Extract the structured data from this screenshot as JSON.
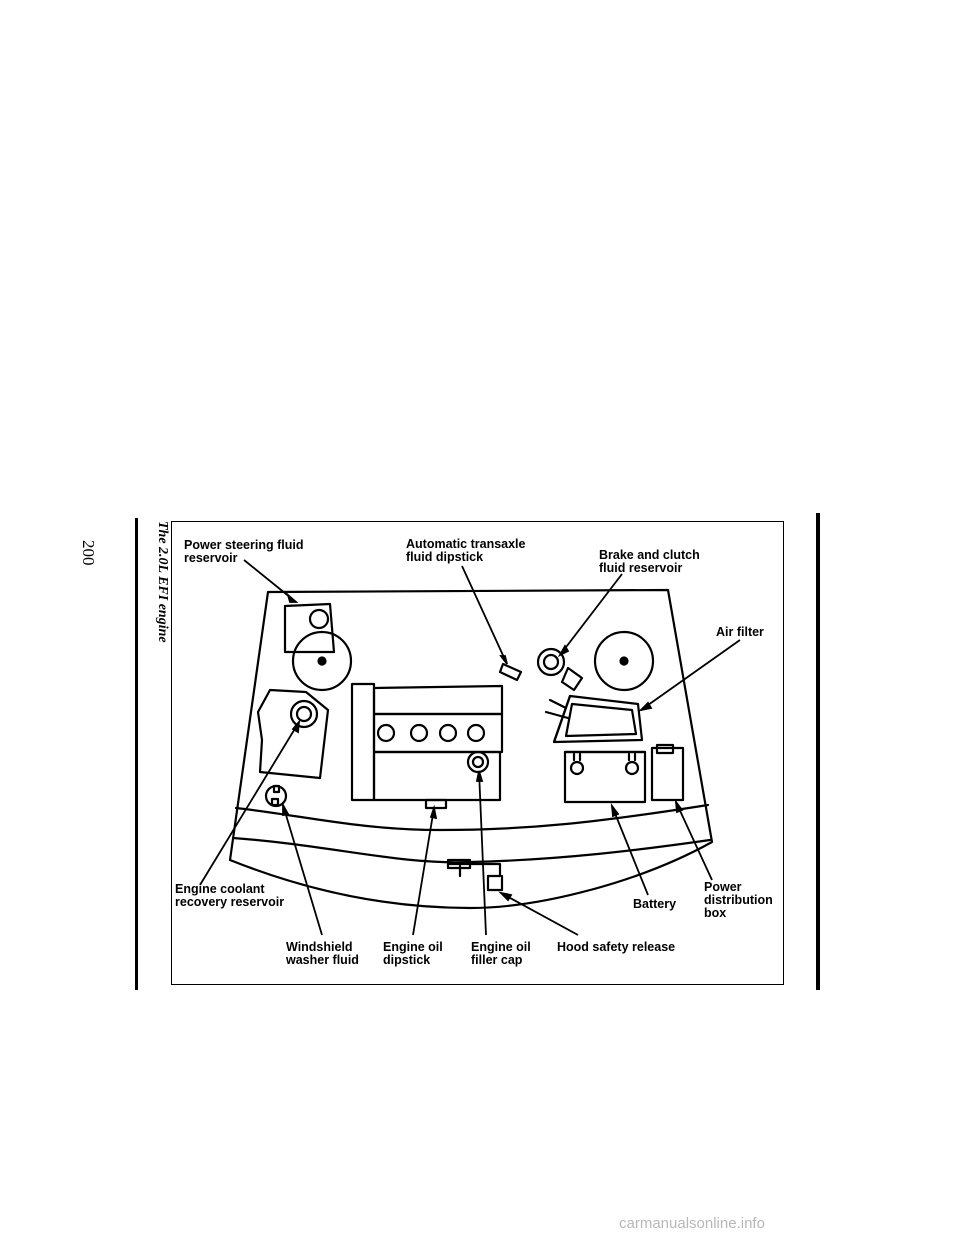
{
  "page": {
    "number": "200",
    "caption": "The 2.0L EFI engine"
  },
  "labels": {
    "power_steering": [
      "Power steering fluid",
      "reservoir"
    ],
    "transaxle": [
      "Automatic transaxle",
      "fluid dipstick"
    ],
    "brake_clutch": [
      "Brake and clutch",
      "fluid reservoir"
    ],
    "air_filter": [
      "Air filter"
    ],
    "coolant": [
      "Engine coolant",
      "recovery reservoir"
    ],
    "battery": [
      "Battery"
    ],
    "power_distribution": [
      "Power",
      "distribution",
      "box"
    ],
    "washer": [
      "Windshield",
      "washer fluid"
    ],
    "oil_dipstick": [
      "Engine oil",
      "dipstick"
    ],
    "oil_filler": [
      "Engine oil",
      "filler cap"
    ],
    "hood_release": [
      "Hood safety release"
    ]
  },
  "watermark": "carmanualsonline.info"
}
